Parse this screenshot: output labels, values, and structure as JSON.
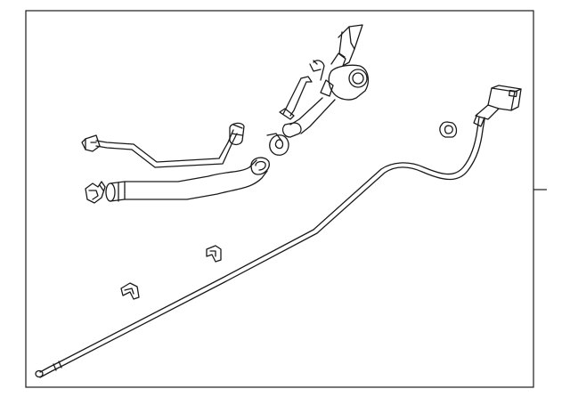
{
  "diagram": {
    "colors": {
      "background": "#ffffff",
      "line": "#1a1a1a",
      "frame": "#1a1a1a"
    },
    "parts": [
      {
        "id": "fuel-filler-neck-assembly"
      },
      {
        "id": "fuel-hose-tube"
      },
      {
        "id": "vapor-line"
      },
      {
        "id": "gas-cap-tether-clip"
      },
      {
        "id": "long-fuel-line"
      },
      {
        "id": "wire-harness-connector"
      },
      {
        "id": "retaining-clip-upper"
      },
      {
        "id": "retaining-clip-lower"
      },
      {
        "id": "gasket-ring"
      },
      {
        "id": "pigtail-clip"
      }
    ]
  }
}
